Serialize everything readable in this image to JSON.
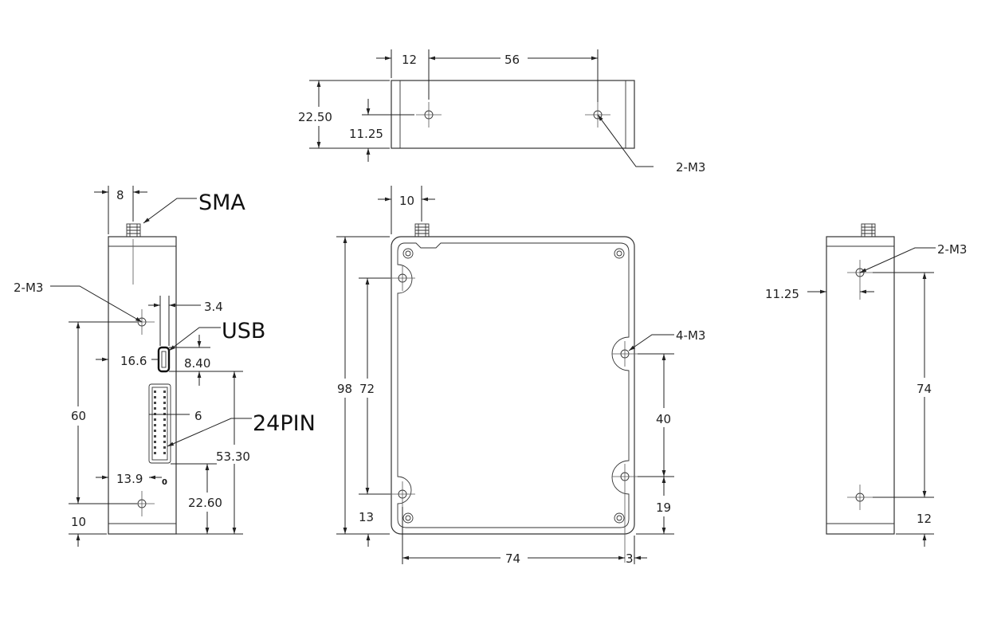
{
  "top_view": {
    "dim_12": "12",
    "dim_56": "56",
    "dim_22_50": "22.50",
    "dim_11_25": "11.25",
    "callout_2m3": "2-M3"
  },
  "left_view": {
    "dim_8": "8",
    "label_sma": "SMA",
    "callout_2m3": "2-M3",
    "dim_3_4": "3.4",
    "label_usb": "USB",
    "dim_16_6": "16.6",
    "dim_8_40": "8.40",
    "dim_60": "60",
    "dim_6": "6",
    "label_24pin": "24PIN",
    "dim_53_30": "53.30",
    "dim_13_9": "13.9",
    "dim_0": "0",
    "dim_22_60": "22.60",
    "dim_10": "10"
  },
  "front_view": {
    "dim_10": "10",
    "dim_98": "98",
    "dim_72": "72",
    "callout_4m3": "4-M3",
    "dim_40": "40",
    "dim_19": "19",
    "dim_13": "13",
    "dim_74": "74",
    "dim_3": "3"
  },
  "right_view": {
    "callout_2m3": "2-M3",
    "dim_11_25": "11.25",
    "dim_74": "74",
    "dim_12": "12"
  }
}
